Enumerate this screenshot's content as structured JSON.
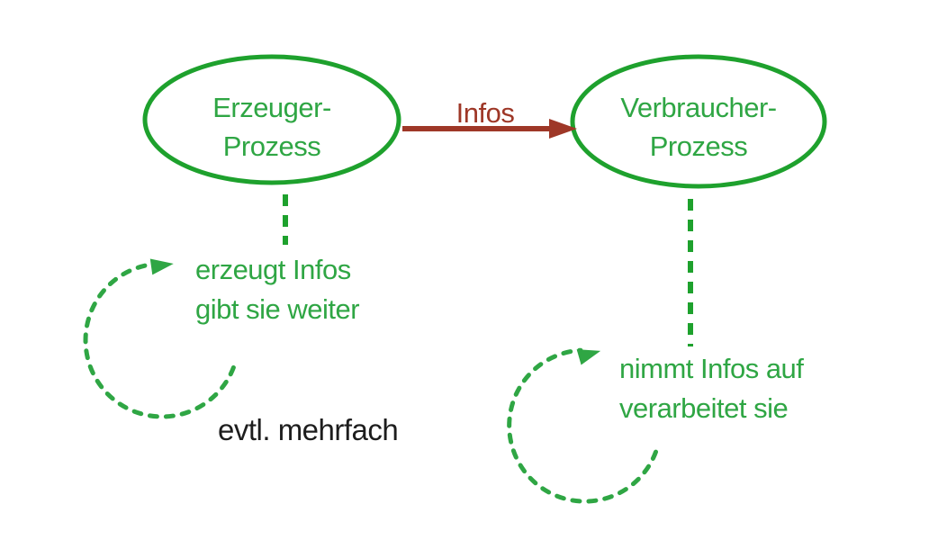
{
  "diagram": {
    "colors": {
      "green_stroke": "#1ea12d",
      "green_text": "#2fa644",
      "red": "#9e3727",
      "black": "#1d1d1d"
    },
    "producer_process": {
      "label_line1": "Erzeuger-",
      "label_line2": "Prozess",
      "activity_line1": "erzeugt Infos",
      "activity_line2": "gibt sie weiter"
    },
    "consumer_process": {
      "label_line1": "Verbraucher-",
      "label_line2": "Prozess",
      "activity_line1": "nimmt Infos auf",
      "activity_line2": "verarbeitet sie"
    },
    "info_flow": {
      "label": "Infos"
    },
    "repetition_note": {
      "label": "evtl. mehrfach"
    }
  }
}
